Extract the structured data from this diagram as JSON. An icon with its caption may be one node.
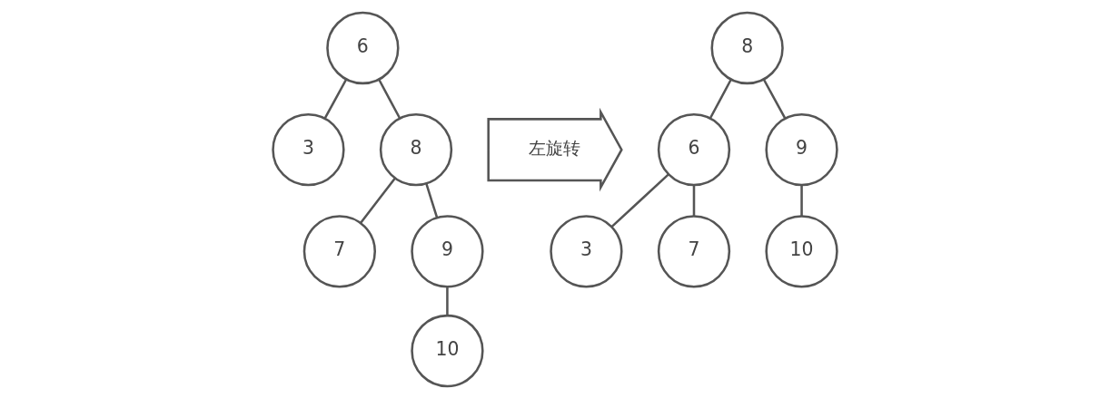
{
  "diagram": {
    "nodes": [
      {
        "text": [
          "6"
        ]
      },
      {
        "text": [
          "3"
        ]
      },
      {
        "text": [
          "8"
        ]
      },
      {
        "text": [
          "7"
        ]
      },
      {
        "text": [
          "9"
        ]
      },
      {
        "text": [
          "10"
        ]
      },
      {
        "text": [
          "左旋转"
        ]
      },
      {
        "text": [
          "8"
        ]
      },
      {
        "text": [
          "6"
        ]
      },
      {
        "text": [
          "9"
        ]
      },
      {
        "text": [
          "3"
        ]
      },
      {
        "text": [
          "7"
        ]
      },
      {
        "text": [
          "10"
        ]
      }
    ],
    "edges": [
      {
        "from": 0,
        "to": 1,
        "arrow": "none"
      },
      {
        "from": 0,
        "to": 2,
        "arrow": "none"
      },
      {
        "from": 2,
        "to": 3,
        "arrow": "none"
      },
      {
        "from": 2,
        "to": 4,
        "arrow": "none"
      },
      {
        "from": 4,
        "to": 5,
        "arrow": "none"
      },
      {
        "from": 7,
        "to": 8,
        "arrow": "none"
      },
      {
        "from": 7,
        "to": 9,
        "arrow": "none"
      },
      {
        "from": 8,
        "to": 10,
        "arrow": "none"
      },
      {
        "from": 8,
        "to": 11,
        "arrow": "none"
      },
      {
        "from": 9,
        "to": 12,
        "arrow": "none"
      }
    ]
  }
}
